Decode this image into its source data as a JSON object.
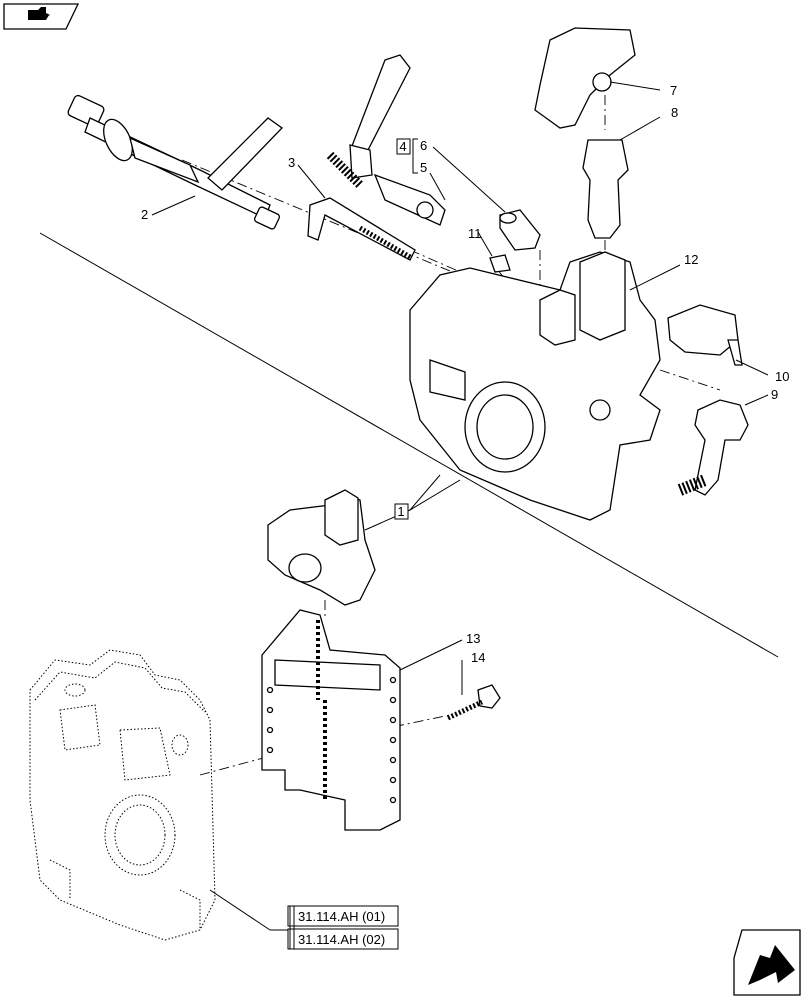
{
  "callouts": {
    "c1": "1",
    "c2": "2",
    "c3": "3",
    "c4": "4",
    "c5": "5",
    "c6": "6",
    "c7": "7",
    "c8": "8",
    "c9": "9",
    "c10": "10",
    "c11": "11",
    "c12": "12",
    "c13": "13",
    "c14": "14"
  },
  "references": {
    "ref1": "31.114.AH (01)",
    "ref2": "31.114.AH (02)"
  },
  "icons": {
    "top_left": "book-arrow-icon",
    "bottom_right": "next-page-arrow-icon"
  }
}
